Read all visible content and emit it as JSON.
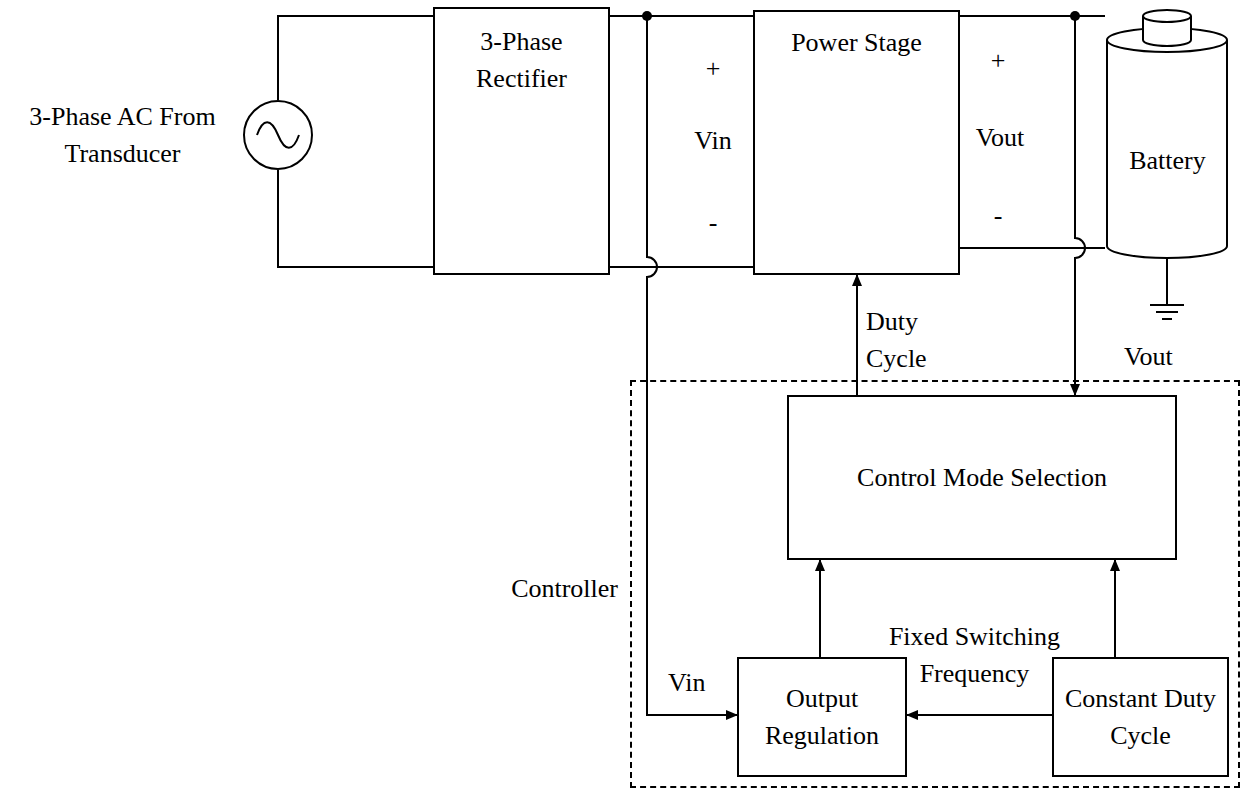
{
  "diagram": {
    "nodes": [
      {
        "text": [
          "3-Phase AC From Transducer"
        ]
      },
      {
        "text": [
          "3-Phase Rectifier"
        ]
      },
      {
        "text": [
          "Power Stage"
        ]
      },
      {
        "text": [
          "Battery"
        ]
      },
      {
        "text": [
          "Controller"
        ]
      },
      {
        "text": [
          "Control Mode Selection"
        ],
        "in": 4
      },
      {
        "text": [
          "Output Regulation"
        ],
        "in": 4
      },
      {
        "text": [
          "Constant Duty Cycle"
        ],
        "in": 4
      }
    ],
    "edges": [
      {
        "from": 0,
        "to": 1,
        "arrow": "none"
      },
      {
        "from": 1,
        "to": 2,
        "arrow": "none"
      },
      {
        "from": 2,
        "to": 3,
        "arrow": "none"
      },
      {
        "from": 5,
        "to": 2,
        "arrow": "to",
        "label": "Duty Cycle"
      },
      {
        "from": 6,
        "to": 5,
        "arrow": "to"
      },
      {
        "from": 7,
        "to": 5,
        "arrow": "to"
      },
      {
        "from": 7,
        "to": 6,
        "arrow": "to",
        "label": "Fixed Switching Frequency"
      },
      {
        "from": 1,
        "to": 6,
        "arrow": "to",
        "label": "Vin"
      },
      {
        "from": 3,
        "to": 5,
        "arrow": "to",
        "label": "Vout"
      }
    ],
    "labels": [
      "+",
      "Vin",
      "-",
      "+",
      "Vout",
      "-"
    ]
  }
}
